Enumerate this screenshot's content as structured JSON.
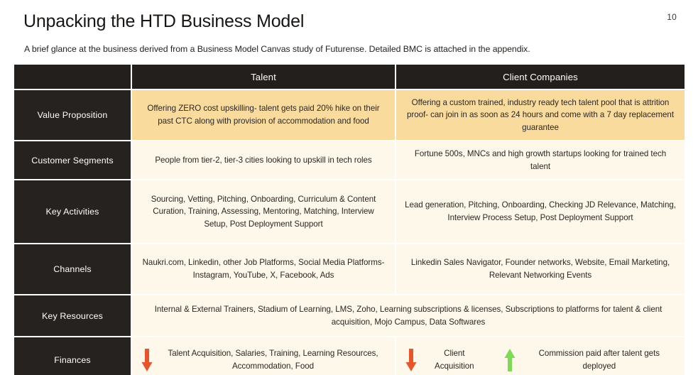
{
  "slide": {
    "title": "Unpacking the HTD Business Model",
    "subtitle": "A brief glance at the business derived from a Business Model Canvas study of Futurense. Detailed BMC is attached in the appendix.",
    "page_number": "10"
  },
  "colors": {
    "header_dark": "#221f1d",
    "label_dark": "#252220",
    "cell_cream": "#fdf8e9",
    "cell_highlight": "#fadb9e",
    "arrow_down": "#e8552a",
    "arrow_up": "#7ed957",
    "page_background": "#ffffff"
  },
  "table": {
    "columns": [
      "",
      "Talent",
      "Client Companies"
    ],
    "rows": [
      {
        "label": "Value Proposition",
        "highlight": true,
        "merged": false,
        "talent": "Offering ZERO cost upskilling- talent gets paid 20% hike on their past CTC along with provision of accommodation and food",
        "client": "Offering a custom trained, industry ready tech talent pool that is attrition proof- can join in as soon as 24 hours and come with a 7 day replacement guarantee"
      },
      {
        "label": "Customer Segments",
        "highlight": false,
        "merged": false,
        "talent": "People from tier-2, tier-3 cities looking to upskill in tech roles",
        "client": "Fortune 500s, MNCs and high growth startups looking for trained tech talent"
      },
      {
        "label": "Key Activities",
        "highlight": false,
        "merged": false,
        "talent": "Sourcing, Vetting, Pitching, Onboarding, Curriculum & Content Curation, Training, Assessing, Mentoring, Matching, Interview Setup, Post Deployment Support",
        "client": "Lead generation, Pitching, Onboarding, Checking JD Relevance, Matching, Interview Process Setup, Post Deployment Support"
      },
      {
        "label": "Channels",
        "highlight": false,
        "merged": false,
        "talent": "Naukri.com, Linkedin, other Job Platforms, Social Media Platforms- Instagram, YouTube, X, Facebook, Ads",
        "client": "Linkedin Sales Navigator, Founder networks, Website, Email Marketing, Relevant Networking Events"
      },
      {
        "label": "Key Resources",
        "highlight": false,
        "merged": true,
        "merged_text": "Internal & External Trainers, Stadium of Learning, LMS,  Zoho, Learning subscriptions & licenses, Subscriptions to platforms for talent & client acquisition, Mojo Campus, Data Softwares"
      }
    ],
    "finances": {
      "label": "Finances",
      "talent_items": [
        {
          "arrow": "arrow-down-icon",
          "direction": "down",
          "text": "Talent Acquisition, Salaries, Training, Learning Resources, Accommodation, Food"
        }
      ],
      "client_items": [
        {
          "arrow": "arrow-down-icon",
          "direction": "down",
          "text": "Client Acquisition"
        },
        {
          "arrow": "arrow-up-icon",
          "direction": "up",
          "text": "Commission paid after talent gets deployed"
        }
      ]
    }
  }
}
